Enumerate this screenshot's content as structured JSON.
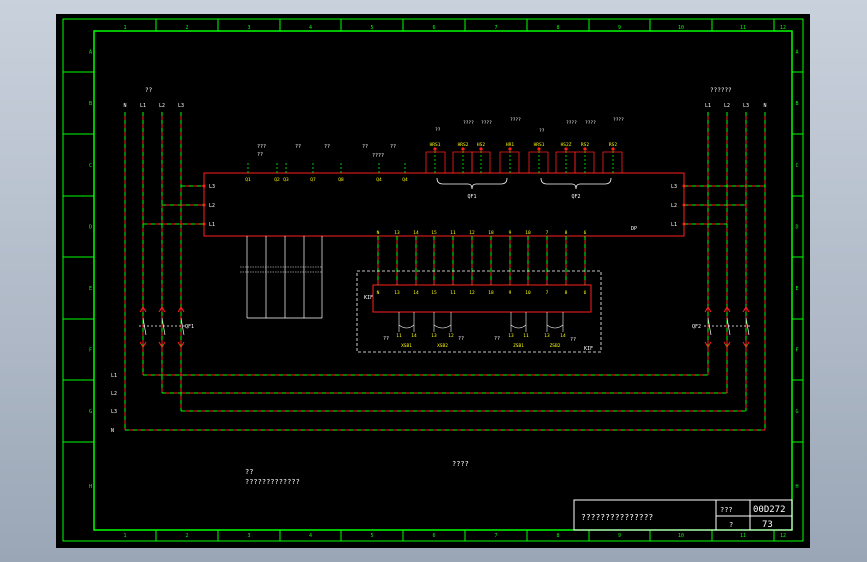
{
  "colors": {
    "background": "#000000",
    "frame": "#00ff00",
    "bus_red": "#ff2020",
    "bus_green": "#00ff00",
    "box": "#ff2020",
    "text_white": "#ffffff",
    "text_yellow": "#ffff00"
  },
  "frame": {
    "columns": [
      "1",
      "2",
      "3",
      "4",
      "5",
      "6",
      "7",
      "8",
      "9",
      "10",
      "11",
      "12"
    ],
    "rows": [
      "A",
      "B",
      "C",
      "D",
      "E",
      "F",
      "G",
      "H"
    ]
  },
  "left_feed": {
    "caption": "??",
    "labels": [
      "N",
      "L1",
      "L2",
      "L3"
    ]
  },
  "right_feed": {
    "caption": "??????",
    "labels": [
      "L1",
      "L2",
      "L3",
      "N"
    ]
  },
  "main_box": {
    "left_terms": [
      "L3",
      "L2",
      "L1"
    ],
    "right_terms": [
      "L3",
      "L2",
      "L1"
    ],
    "right_tag": "DP",
    "top_terms": [
      "Q1",
      "Q2",
      "Q3",
      "Q7",
      "Q8",
      "Q4",
      "Q4"
    ],
    "top_captions": [
      "???",
      "??",
      "??",
      "??",
      "??",
      "????",
      "??"
    ],
    "bottom_terms": [
      "N",
      "13",
      "14",
      "15",
      "11",
      "12",
      "18",
      "9",
      "10",
      "7",
      "8",
      "6"
    ],
    "groups": [
      "QF1",
      "QF2"
    ]
  },
  "upper_terms": [
    "HRS1",
    "HRS2",
    "HS2",
    "HR1",
    "HRS1",
    "HS2Z",
    "RS2",
    "RS2"
  ],
  "sub_box": {
    "left_tag": "KIF",
    "right_tag": "KIF",
    "terms": [
      "N",
      "13",
      "14",
      "15",
      "11",
      "12",
      "18",
      "9",
      "10",
      "7",
      "8",
      "6"
    ],
    "lower_terms": [
      "11",
      "14",
      "13",
      "12",
      "13",
      "11",
      "13",
      "14"
    ],
    "groups": [
      "XSB1",
      "XSB2",
      "ZSB1",
      "ZSB2"
    ],
    "side_text": [
      "??",
      "??",
      "??",
      "??"
    ]
  },
  "breakers": {
    "left": "QF1",
    "right": "QF2"
  },
  "bus_labels": [
    "L1",
    "L2",
    "L3",
    "N"
  ],
  "notes": {
    "center": "????",
    "title": "??",
    "line": "?????????????"
  },
  "title_block": {
    "name": "???????????????",
    "label1": "???",
    "value1": "00D272",
    "label2": "?",
    "value2": "73"
  }
}
